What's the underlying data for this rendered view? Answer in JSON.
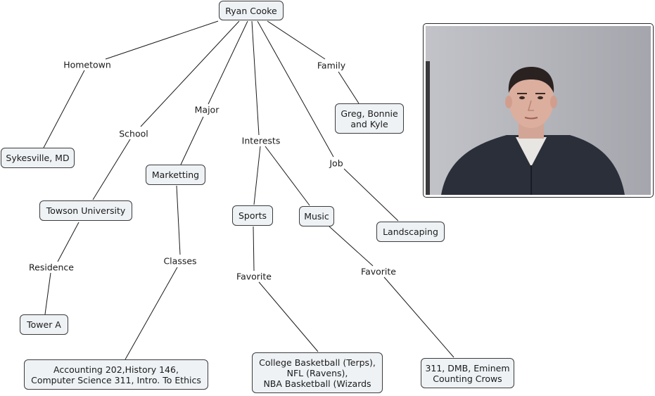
{
  "root": "Ryan Cooke",
  "nodes": {
    "hometown": "Sykesville, MD",
    "school": "Towson University",
    "major": "Marketting",
    "family": [
      "Greg, Bonnie",
      "and Kyle"
    ],
    "sports": "Sports",
    "music": "Music",
    "job": "Landscaping",
    "residence": "Tower A",
    "classes": [
      "Accounting 202,History 146,",
      "Computer Science 311, Intro. To Ethics"
    ],
    "favorite_sports": [
      "College Basketball (Terps),",
      "NFL (Ravens),",
      "NBA Basketball (Wizards"
    ],
    "favorite_music": [
      "311, DMB, Eminem",
      "Counting Crows"
    ]
  },
  "links": {
    "hometown": "Hometown",
    "school": "School",
    "major": "Major",
    "interests": "Interests",
    "family": "Family",
    "job": "Job",
    "residence": "Residence",
    "classes": "Classes",
    "favorite_sports": "Favorite",
    "favorite_music": "Favorite"
  },
  "colors": {
    "node_fill": "#eef2f5",
    "node_border": "#3c3c3c",
    "line": "#1a1a1a"
  }
}
